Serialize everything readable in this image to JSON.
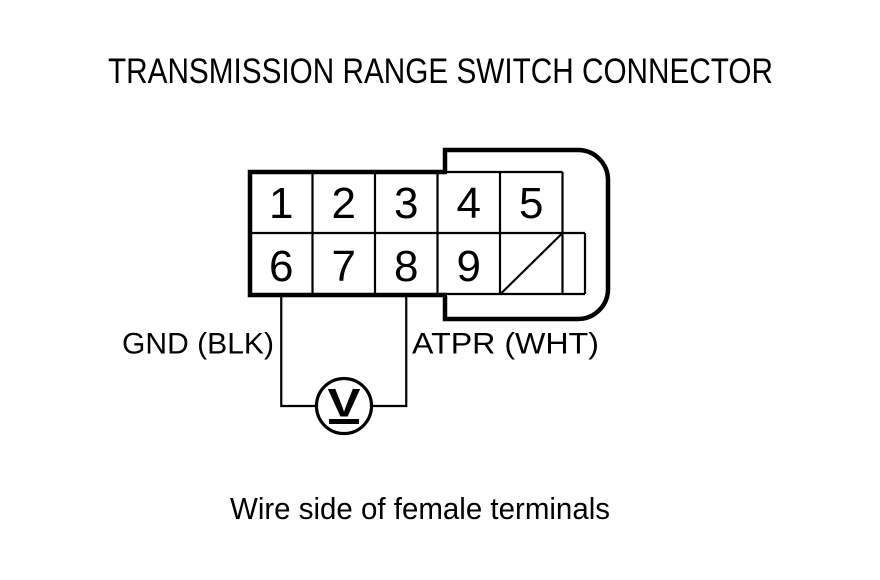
{
  "colors": {
    "background": "#ffffff",
    "ink": "#000000"
  },
  "title": "TRANSMISSION RANGE SWITCH CONNECTOR",
  "connector": {
    "terminals": [
      {
        "label": "1"
      },
      {
        "label": "2"
      },
      {
        "label": "3"
      },
      {
        "label": "4"
      },
      {
        "label": "5"
      },
      {
        "label": "6"
      },
      {
        "label": "7"
      },
      {
        "label": "8"
      },
      {
        "label": "9"
      }
    ],
    "blocked_cell_icon": "diagonal-slash"
  },
  "measurement": {
    "negative_lead_label": "GND (BLK)",
    "positive_lead_label": "ATPR (WHT)",
    "meter_symbol": "V",
    "meter_icon": "voltmeter-circle-v-underlined"
  },
  "caption": "Wire side of female terminals"
}
